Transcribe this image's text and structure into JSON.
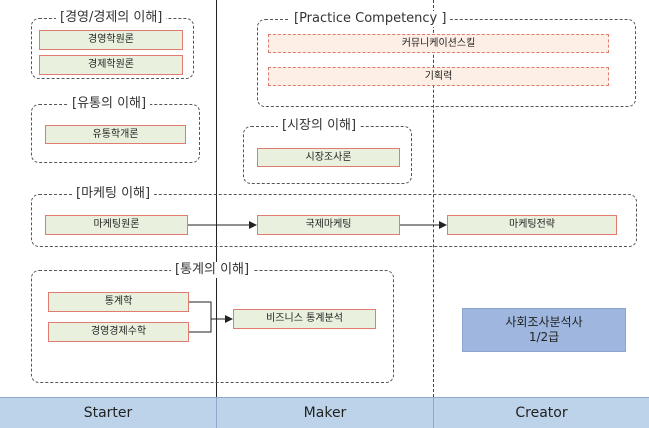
{
  "groups": {
    "management": {
      "title": "[경영/경제의 이해]",
      "courses": [
        "경영학원론",
        "경제학원론"
      ]
    },
    "distribution": {
      "title": "[유통의 이해]",
      "courses": [
        "유통학개론"
      ]
    },
    "practice": {
      "title": "[Practice Competency ]",
      "courses": [
        "커뮤니케이션스킬",
        "기획력"
      ]
    },
    "market": {
      "title": "[시장의 이해]",
      "courses": [
        "시장조사론"
      ]
    },
    "marketing": {
      "title": "[마케팅 이해]",
      "courses": [
        "마케팅원론",
        "국제마케팅",
        "마케팅전략"
      ]
    },
    "statistics": {
      "title": "[통계의 이해]",
      "courses": [
        "통계학",
        "경영경제수학",
        "비즈니스 통계분석"
      ]
    }
  },
  "certification": {
    "line1": "사회조사분석사",
    "line2": "1/2급"
  },
  "stages": [
    "Starter",
    "Maker",
    "Creator"
  ],
  "colors": {
    "starter_course_fill": "#e9f1de",
    "practice_course_fill": "#fdeee6",
    "course_border": "#e07b6f",
    "certification_fill": "#9fb7de",
    "footer_fill": "#bdd3ea"
  }
}
